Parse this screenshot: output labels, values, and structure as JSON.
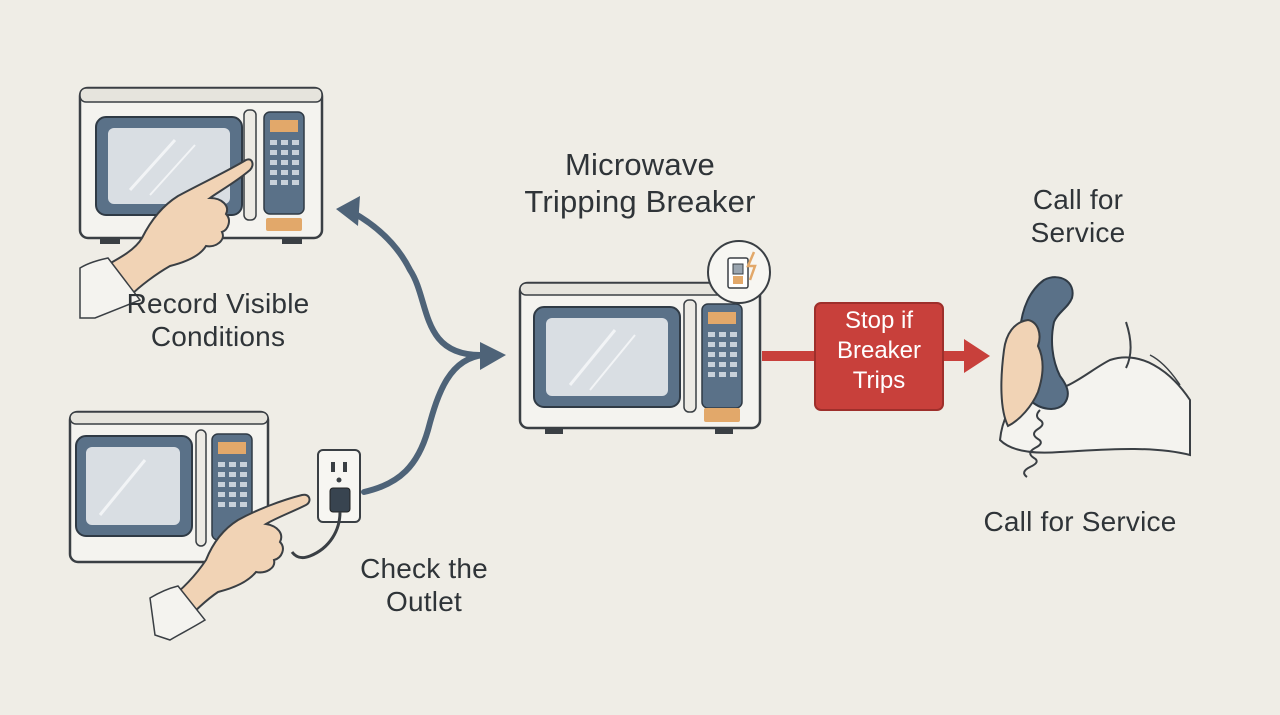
{
  "title": {
    "line1": "Microwave",
    "line2": "Tripping Breaker"
  },
  "steps": {
    "record": {
      "line1": "Record Visible",
      "line2": "Conditions"
    },
    "outlet": {
      "line1": "Check the",
      "line2": "Outlet"
    },
    "stop": {
      "line1": "Stop if",
      "line2": "Breaker",
      "line3": "Trips"
    },
    "call_top": {
      "line1": "Call for",
      "line2": "Service"
    },
    "call_bottom": {
      "text": "Call for Service"
    }
  },
  "colors": {
    "background": "#efede6",
    "arrow_blue": "#4e6378",
    "stop_red": "#c8403b",
    "microwave_body": "#f3f2ee",
    "microwave_window": "#58708a",
    "control_orange": "#e2a86a"
  }
}
